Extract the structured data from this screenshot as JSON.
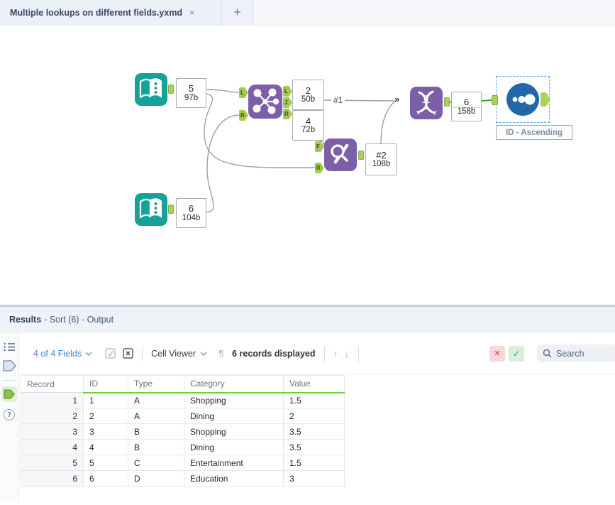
{
  "palette": {
    "purple": "#7D5FA8",
    "teal": "#16A29A",
    "anchor-green": "#ABD158",
    "anchor-border": "#86AA3F",
    "wire": "#A0A0A4",
    "wire-selected": "#39A23C",
    "sort-blue": "#2367A7",
    "link-blue": "#3E87D3",
    "grid-green": "#6FCE3F",
    "sel-blue": "#55A4EA"
  },
  "tab_bar": {
    "active_tab": "Multiple lookups on different fields.yxmd",
    "close_glyph": "×",
    "new_tab_glyph": "+"
  },
  "canvas": {
    "badges": {
      "input1": {
        "l1": "5",
        "l2": "97b"
      },
      "input2": {
        "l1": "6",
        "l2": "104b"
      },
      "join_j": {
        "l1": "2",
        "l2": "50b"
      },
      "join_r": {
        "l1": "4",
        "l2": "72b"
      },
      "find_replace": {
        "l1": "#2",
        "l2": "108b"
      },
      "union": {
        "l1": "6",
        "l2": "158b"
      }
    },
    "anchors": {
      "join_in_l": "L",
      "join_in_r": "R",
      "join_out_l": "L",
      "join_out_j": "J",
      "join_out_r": "R",
      "fr_in_f": "F",
      "fr_in_r": "R"
    },
    "labels": {
      "join_union": "#1",
      "union_input_marker": "»",
      "sort_annotation": "ID - Ascending"
    }
  },
  "results": {
    "header": {
      "title": "Results",
      "subtitle": "- Sort (6) - Output"
    },
    "toolbar": {
      "fields": "4 of 4 Fields",
      "cell_viewer": "Cell Viewer",
      "records": "6 records displayed",
      "search_placeholder": "Search",
      "paragraph_glyph": "¶",
      "up_glyph": "↑",
      "down_glyph": "↓",
      "cancel_glyph": "✕",
      "apply_glyph": "✓"
    },
    "sidebar": {
      "help_glyph": "?"
    },
    "table": {
      "columns": [
        "Record",
        "ID",
        "Type",
        "Category",
        "Value"
      ],
      "rows": [
        [
          "1",
          "1",
          "A",
          "Shopping",
          "1.5"
        ],
        [
          "2",
          "2",
          "A",
          "Dining",
          "2"
        ],
        [
          "3",
          "3",
          "B",
          "Shopping",
          "3.5"
        ],
        [
          "4",
          "4",
          "B",
          "Dining",
          "3.5"
        ],
        [
          "5",
          "5",
          "C",
          "Entertainment",
          "1.5"
        ],
        [
          "6",
          "6",
          "D",
          "Education",
          "3"
        ]
      ]
    }
  }
}
